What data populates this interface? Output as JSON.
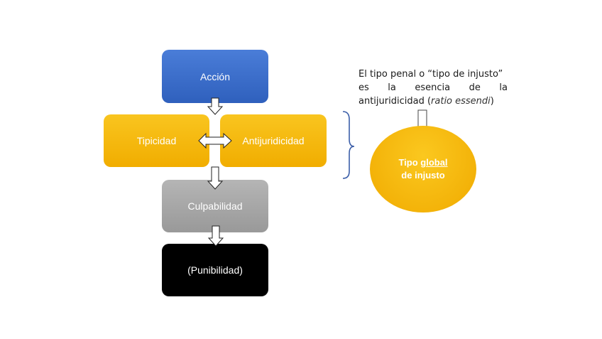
{
  "nodes": {
    "accion": "Acción",
    "tipicidad": "Tipicidad",
    "antijuridicidad": "Antijuridicidad",
    "culpabilidad": "Culpabilidad",
    "punibilidad": "(Punibilidad)"
  },
  "note": {
    "line1": "El tipo penal o “tipo de injusto”",
    "line2": "es la esencia de la",
    "line3_prefix": "antijuridicidad (",
    "line3_italic": "ratio essendi",
    "line3_suffix": ")"
  },
  "circle": {
    "word1": "Tipo",
    "word2": "global",
    "line2": "de injusto"
  },
  "colors": {
    "blue": "#3a6fcc",
    "yellow": "#f5b800",
    "gray": "#a6a6a6",
    "black": "#000000",
    "brace": "#3b5ea8"
  }
}
